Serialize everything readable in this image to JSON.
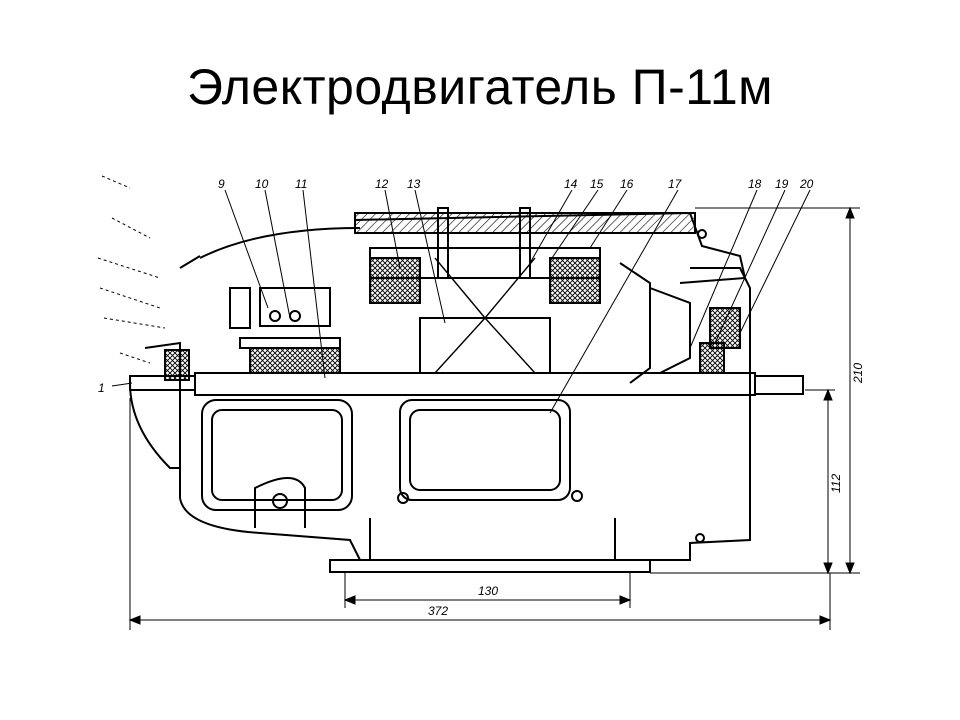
{
  "slide": {
    "title": "Электродвигатель П-11м"
  },
  "drawing": {
    "callouts": [
      "1",
      "9",
      "10",
      "11",
      "12",
      "13",
      "14",
      "15",
      "16",
      "17",
      "18",
      "19",
      "20"
    ],
    "dimensions": {
      "total_height": "210",
      "axis_height": "112",
      "foot_spacing": "130",
      "total_length": "372"
    }
  }
}
